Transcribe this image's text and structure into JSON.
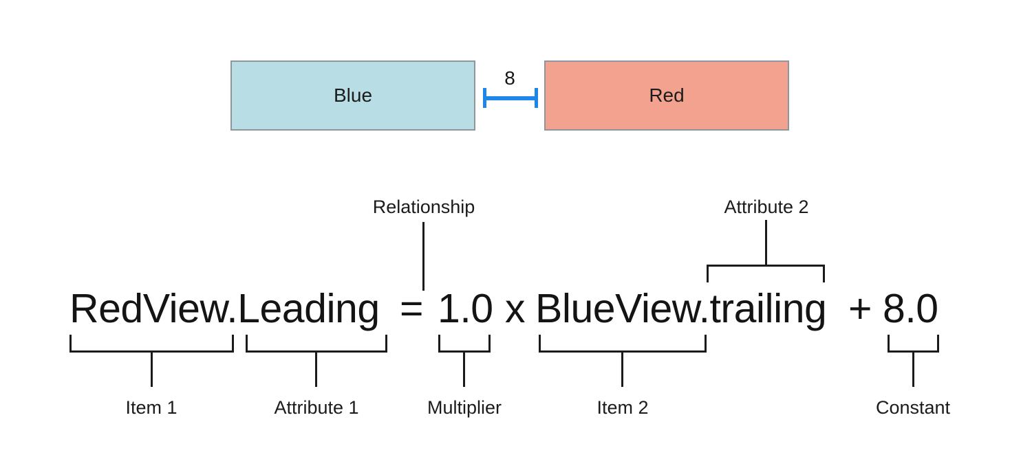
{
  "views": {
    "blue": {
      "label": "Blue",
      "fill": "#b9dde5"
    },
    "red": {
      "label": "Red",
      "fill": "#f2a28e"
    },
    "spacing": {
      "value": "8",
      "color": "#1e86e8"
    }
  },
  "equation": {
    "item1_attribute1": "RedView.Leading",
    "relationship": "=",
    "multiplier": "1.0",
    "times": "x",
    "item2_attribute2": "BlueView.trailing",
    "plus": "+",
    "constant": "8.0"
  },
  "annotations": {
    "relationship": "Relationship",
    "attribute2": "Attribute 2",
    "item1": "Item 1",
    "attribute1": "Attribute 1",
    "multiplier": "Multiplier",
    "item2": "Item 2",
    "constant": "Constant"
  },
  "colors": {
    "box_border": "#8e959b",
    "line": "#1b1b1b",
    "text": "#161616"
  }
}
